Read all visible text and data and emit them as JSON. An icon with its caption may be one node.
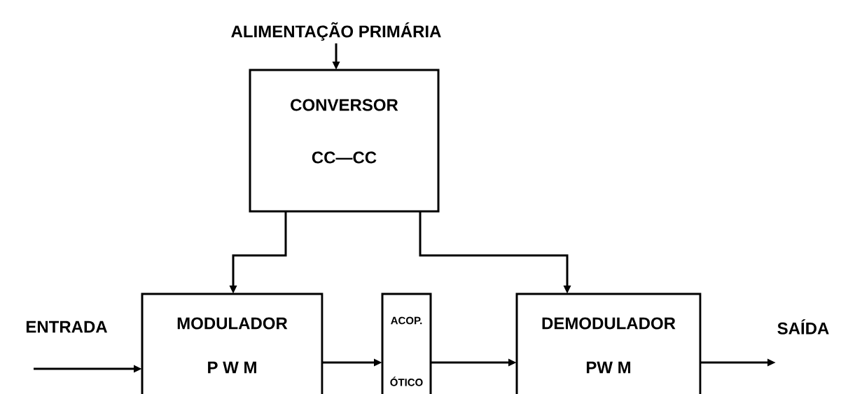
{
  "diagram": {
    "nodes": [
      {
        "text": [
          "ALIMENTAÇÃO PRIMÁRIA"
        ]
      },
      {
        "text": [
          "CONVERSOR",
          "CC—CC"
        ]
      },
      {
        "text": [
          "MODULADOR",
          "P W M"
        ]
      },
      {
        "text": [
          "ACOP.",
          "ÓTICO"
        ]
      },
      {
        "text": [
          "DEMODULADOR",
          "PW M"
        ]
      }
    ],
    "edges": [
      {
        "from": 0,
        "to": 1,
        "arrow": "to"
      },
      {
        "from": 1,
        "to": 2,
        "arrow": "to"
      },
      {
        "from": 1,
        "to": 4,
        "arrow": "to"
      },
      {
        "from": 2,
        "to": 3,
        "arrow": "to"
      },
      {
        "from": 3,
        "to": 4,
        "arrow": "to"
      },
      {
        "from": null,
        "to": 2,
        "arrow": "to",
        "label": "ENTRADA"
      },
      {
        "from": 4,
        "to": null,
        "arrow": "to",
        "label": "SAÍDA"
      }
    ]
  }
}
